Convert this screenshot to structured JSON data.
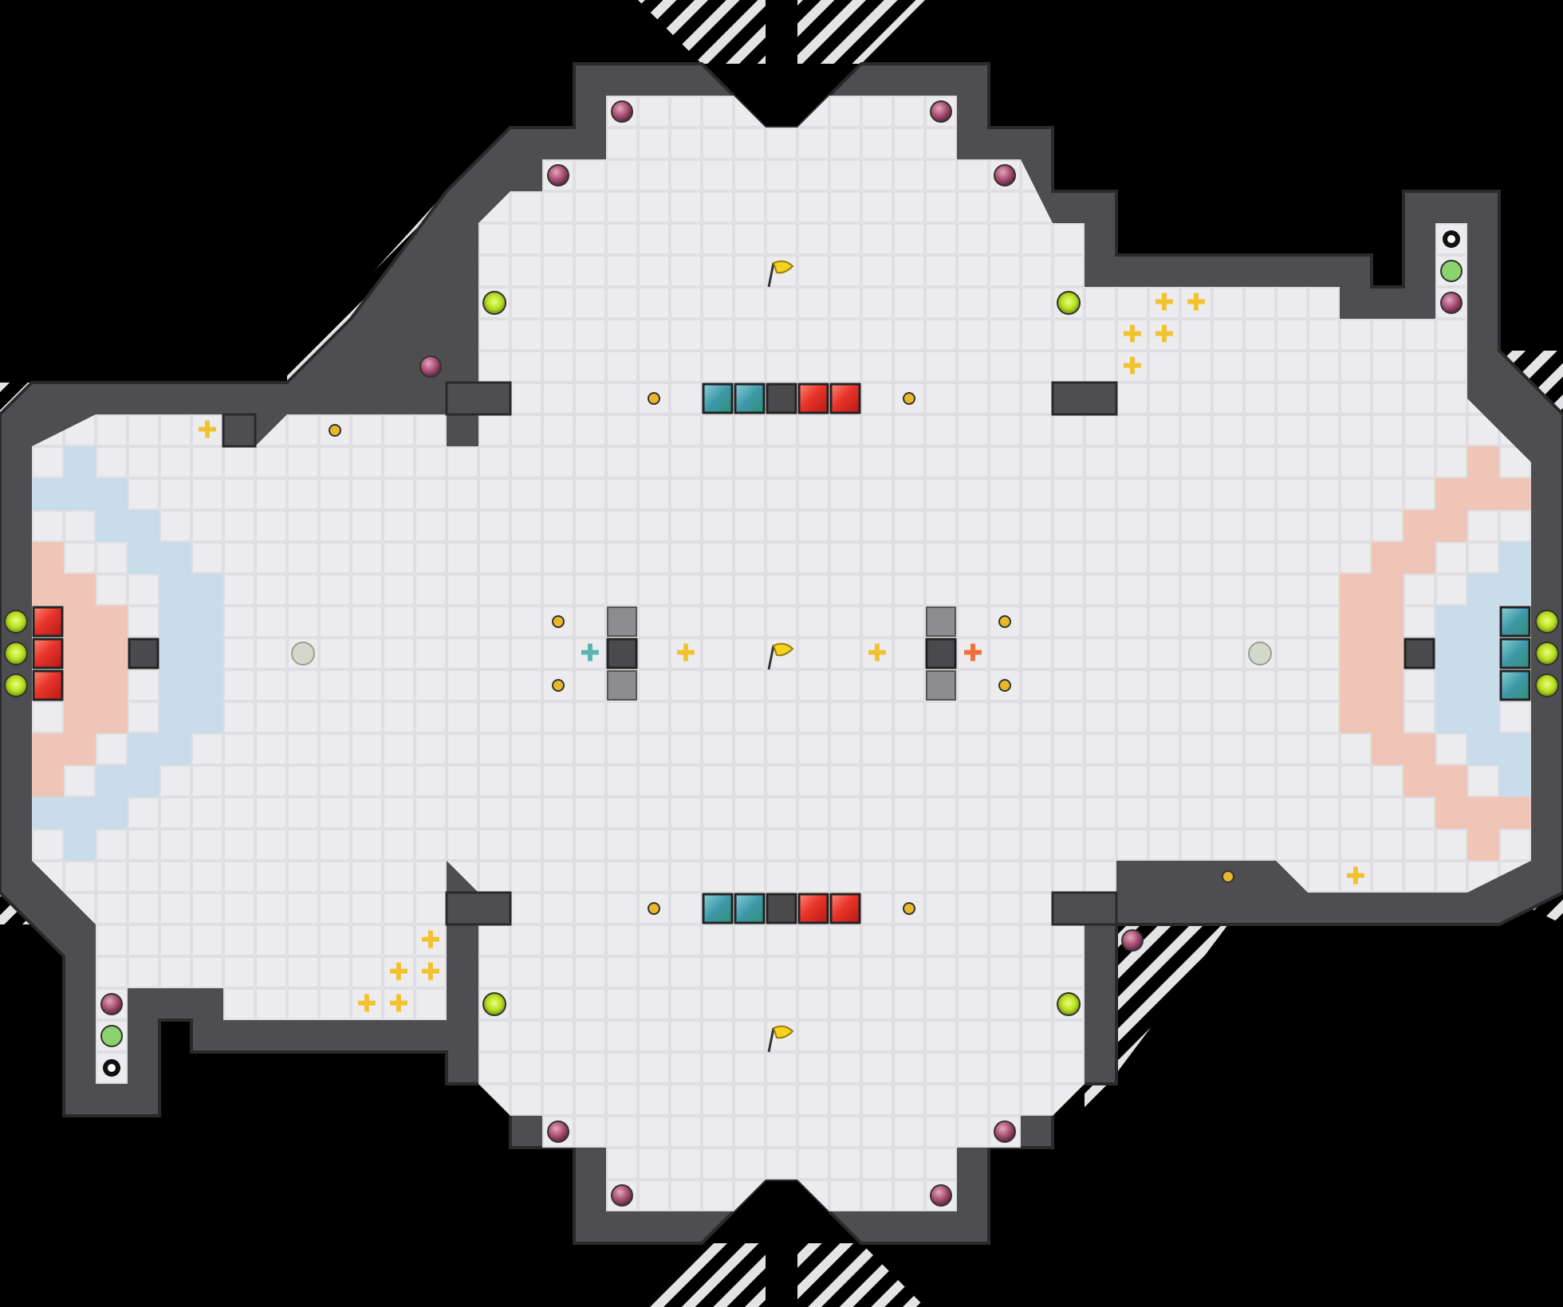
{
  "map": {
    "legend": {
      "flag": "flag",
      "bomb": "bomb",
      "boost": "boost",
      "booster_team": "team boost",
      "powerup": "powerup",
      "spike": "spike",
      "button": "button",
      "gate_red": "red gate",
      "gate_blue": "blue gate",
      "portal": "portal"
    },
    "colors": {
      "floor": "#ececef",
      "grid": "#d9d9de",
      "wall": "#555558",
      "wall_edge": "#2c2c2f",
      "void": "#000000",
      "red_zone": "#efc4b6",
      "blue_zone": "#c8dcea",
      "red_tile": "#e8332a",
      "blue_tile": "#3aa1a6",
      "boost_yellow": "#f2c12e",
      "boost_red": "#f0703a",
      "boost_blue": "#5ab3ad",
      "bomb": "#a04a6e",
      "powerup": "#c6e83a",
      "button": "#e8b82a"
    },
    "icons": [
      "flag-icon",
      "bomb-icon",
      "boost-icon",
      "spike-icon",
      "powerup-icon",
      "button-icon",
      "red-gate-icon",
      "blue-gate-icon",
      "portal-icon"
    ]
  }
}
